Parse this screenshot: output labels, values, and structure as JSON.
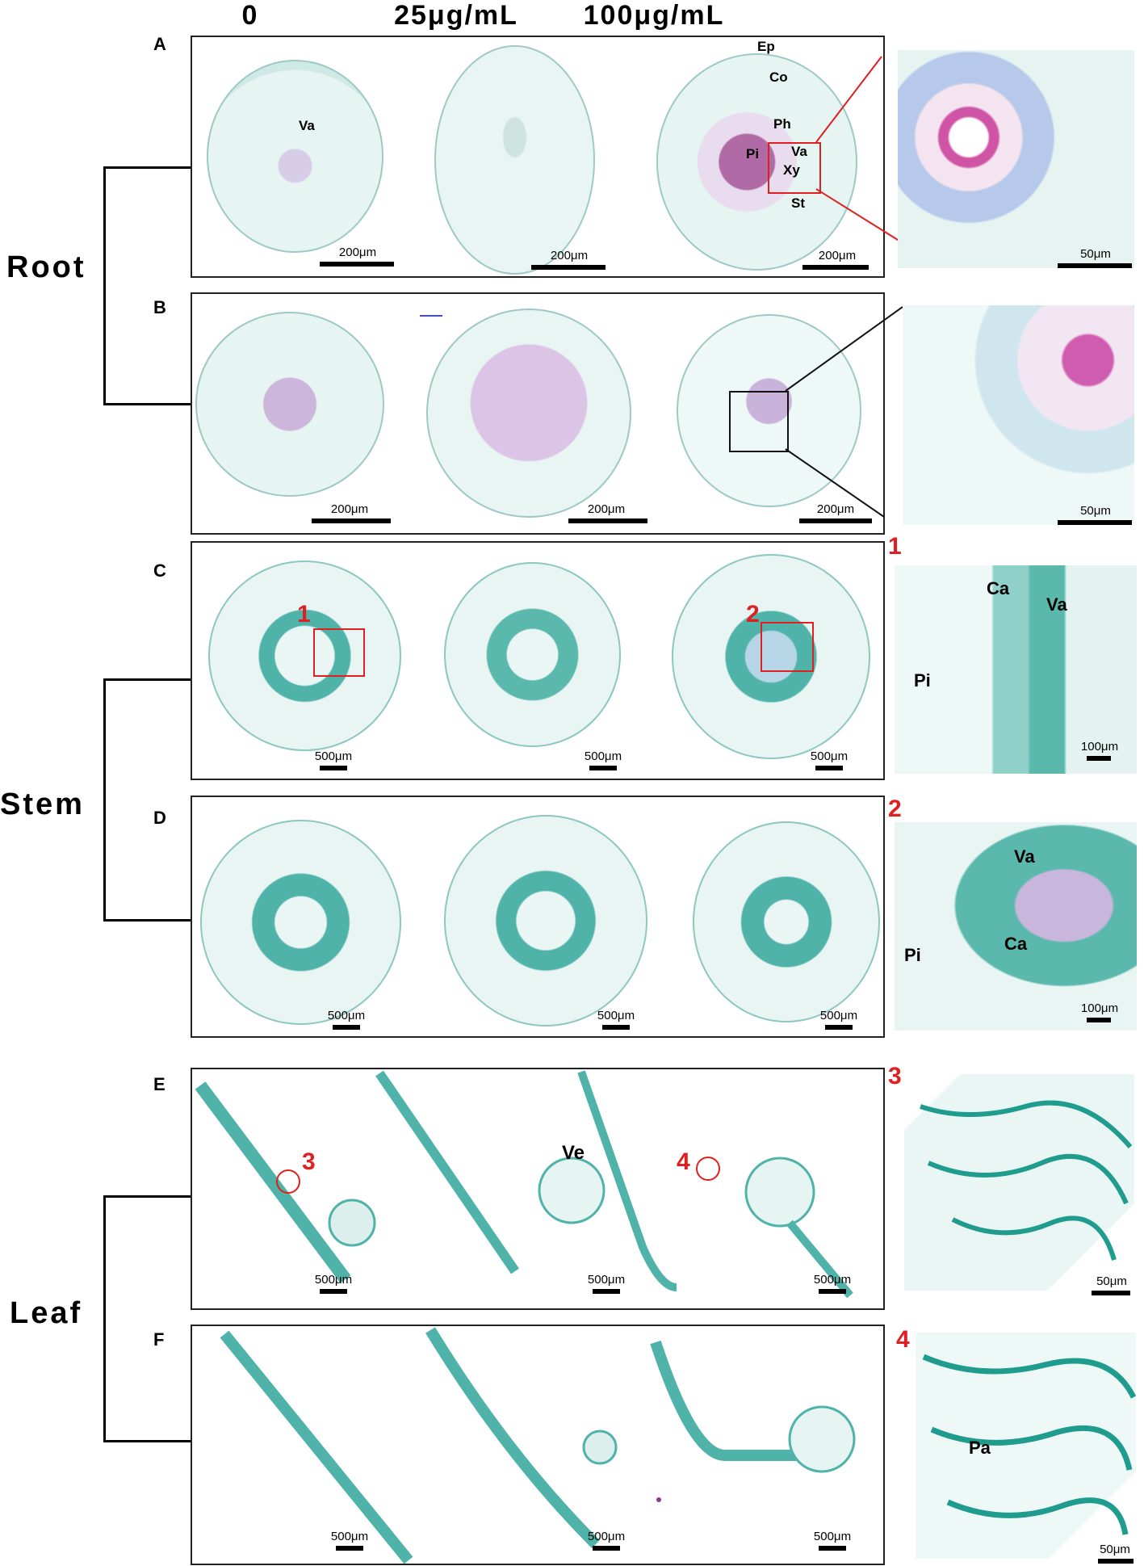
{
  "columns": [
    "0",
    "25μg/mL",
    "100μg/mL"
  ],
  "organs": [
    "Root",
    "Stem",
    "Leaf"
  ],
  "panels": [
    "A",
    "B",
    "C",
    "D",
    "E",
    "F"
  ],
  "scale": {
    "s200": "200μm",
    "s500": "500μm",
    "s100": "100μm",
    "s50": "50μm"
  },
  "tissues": {
    "Ep": "Ep",
    "Co": "Co",
    "Ph": "Ph",
    "Pi": "Pi",
    "Va": "Va",
    "Xy": "Xy",
    "St": "St",
    "Ca": "Ca",
    "Ve": "Ve",
    "Pa": "Pa"
  },
  "markers": [
    "1",
    "2",
    "3",
    "4"
  ],
  "colors": {
    "stain_teal": "#4fb3a9",
    "stain_magenta": "#c8409a",
    "marker_red": "#e02020"
  }
}
